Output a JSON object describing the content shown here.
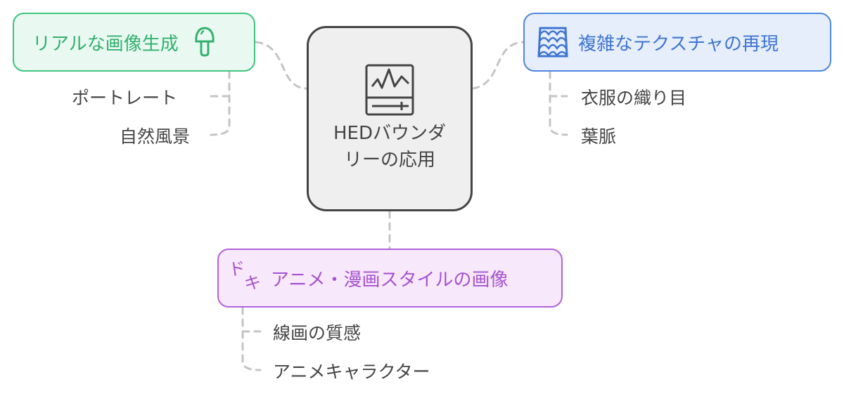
{
  "center": {
    "title": "HEDバウンダリーの応用",
    "icon": "waveform-monitor-icon"
  },
  "branches": [
    {
      "label": "リアルな画像生成",
      "icon": "mushroom-icon",
      "color": "#3dc47e",
      "children": [
        "ポートレート",
        "自然風景"
      ]
    },
    {
      "label": "複雑なテクスチャの再現",
      "icon": "fish-scale-texture-icon",
      "color": "#4f86e0",
      "children": [
        "衣服の織り目",
        "葉脈"
      ]
    },
    {
      "label": "アニメ・漫画スタイルの画像",
      "icon": "doki-manga-sfx-icon",
      "color": "#b163d9",
      "icon_text": "ドキ",
      "children": [
        "線画の質感",
        "アニメキャラクター"
      ]
    }
  ]
}
